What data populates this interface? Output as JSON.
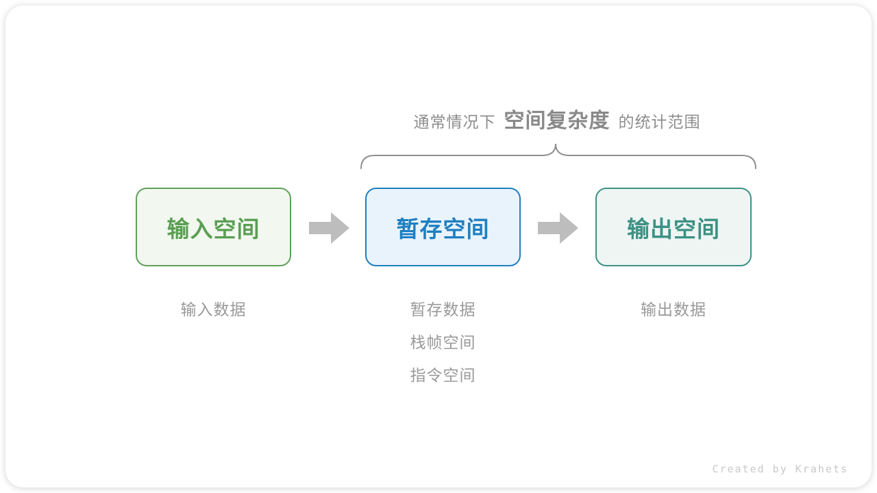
{
  "page": {
    "credit": "Created by Krahets"
  },
  "diagram": {
    "title": {
      "prefix": "通常情况下",
      "highlight": "空间复杂度",
      "suffix": "的统计范围"
    },
    "boxes": [
      {
        "id": "input-space",
        "label": "输入空间",
        "border_color": "#61a05b",
        "fill_color": "#f2f8ef",
        "text_color": "#5a9e53"
      },
      {
        "id": "temp-space",
        "label": "暂存空间",
        "border_color": "#1e7fc1",
        "fill_color": "#e9f3fb",
        "text_color": "#1e7fc1"
      },
      {
        "id": "output-space",
        "label": "输出空间",
        "border_color": "#3d9184",
        "fill_color": "#eef5f3",
        "text_color": "#3d9184"
      }
    ],
    "notes": {
      "input": {
        "line1": "输入数据"
      },
      "temp": {
        "line1": "暂存数据",
        "line2": "栈帧空间",
        "line3": "指令空间"
      },
      "output": {
        "line1": "输出数据"
      }
    },
    "colors": {
      "arrow": "#bdbdbd",
      "brace": "#8f8f8f",
      "title_text": "#8d8d8d",
      "note_text": "#999999",
      "credit_text": "#c9c9c9"
    }
  }
}
